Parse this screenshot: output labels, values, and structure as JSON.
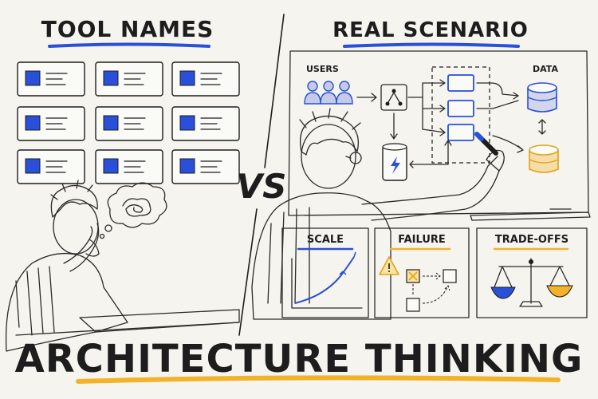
{
  "left": {
    "title": "TOOL NAMES"
  },
  "right": {
    "title": "REAL SCENARIO"
  },
  "versus": "VS",
  "whiteboard": {
    "users_label": "USERS",
    "data_label": "DATA"
  },
  "cards": {
    "scale": "SCALE",
    "failure": "FAILURE",
    "tradeoffs": "TRADE-OFFS"
  },
  "footer": {
    "title": "ARCHITECTURE THINKING"
  },
  "colors": {
    "blue": "#2a4fd8",
    "yellow": "#f2b229",
    "ink": "#1d1d1d",
    "paper": "#f6f4ee"
  },
  "icons": [
    "thought-bubble-icon",
    "users-icon",
    "load-balancer-icon",
    "database-icon",
    "lightning-icon",
    "warning-icon",
    "balance-scale-icon",
    "marker-icon"
  ]
}
